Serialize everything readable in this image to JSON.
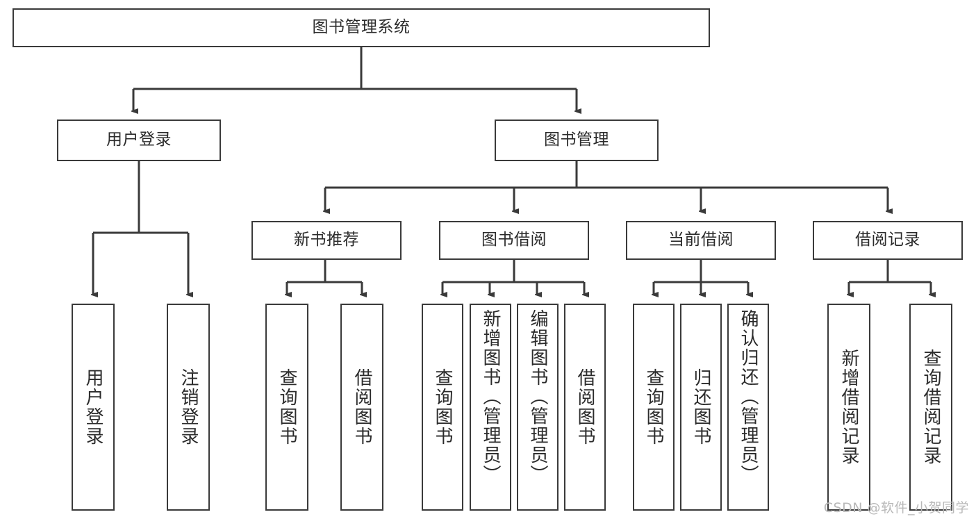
{
  "diagram": {
    "title": "图书管理系统",
    "type": "hierarchy-tree",
    "root": {
      "id": "root",
      "label": "图书管理系统"
    },
    "level2": [
      {
        "id": "user-login",
        "label": "用户登录"
      },
      {
        "id": "book-management",
        "label": "图书管理"
      }
    ],
    "level3": [
      {
        "id": "new-book-recommend",
        "label": "新书推荐",
        "parent": "book-management"
      },
      {
        "id": "book-borrow",
        "label": "图书借阅",
        "parent": "book-management"
      },
      {
        "id": "current-borrow",
        "label": "当前借阅",
        "parent": "book-management"
      },
      {
        "id": "borrow-record",
        "label": "借阅记录",
        "parent": "book-management"
      }
    ],
    "leaves": [
      {
        "id": "leaf-user-login",
        "label": "用户登录",
        "parent": "user-login"
      },
      {
        "id": "leaf-logout-login",
        "label": "注销登录",
        "parent": "user-login"
      },
      {
        "id": "leaf-query-book-1",
        "label": "查询图书",
        "parent": "new-book-recommend"
      },
      {
        "id": "leaf-borrow-book-1",
        "label": "借阅图书",
        "parent": "new-book-recommend"
      },
      {
        "id": "leaf-query-book-2",
        "label": "查询图书",
        "parent": "book-borrow"
      },
      {
        "id": "leaf-add-book",
        "label": "新增图书（管理员）",
        "parent": "book-borrow"
      },
      {
        "id": "leaf-edit-book",
        "label": "编辑图书（管理员）",
        "parent": "book-borrow"
      },
      {
        "id": "leaf-borrow-book-2",
        "label": "借阅图书",
        "parent": "book-borrow"
      },
      {
        "id": "leaf-query-book-3",
        "label": "查询图书",
        "parent": "current-borrow"
      },
      {
        "id": "leaf-return-book",
        "label": "归还图书",
        "parent": "current-borrow"
      },
      {
        "id": "leaf-confirm-return",
        "label": "确认归还（管理员）",
        "parent": "current-borrow"
      },
      {
        "id": "leaf-add-record",
        "label": "新增借阅记录",
        "parent": "borrow-record"
      },
      {
        "id": "leaf-query-record",
        "label": "查询借阅记录",
        "parent": "borrow-record"
      }
    ]
  },
  "watermark": {
    "text": "CSDN @软件_小贺同学"
  },
  "colors": {
    "background": "#ffffff",
    "box_border": "#3a3a3a",
    "box_fill": "#ffffff",
    "text": "#2b2b2b",
    "connector": "#3a3a3a",
    "watermark": "#b9b9b9"
  }
}
